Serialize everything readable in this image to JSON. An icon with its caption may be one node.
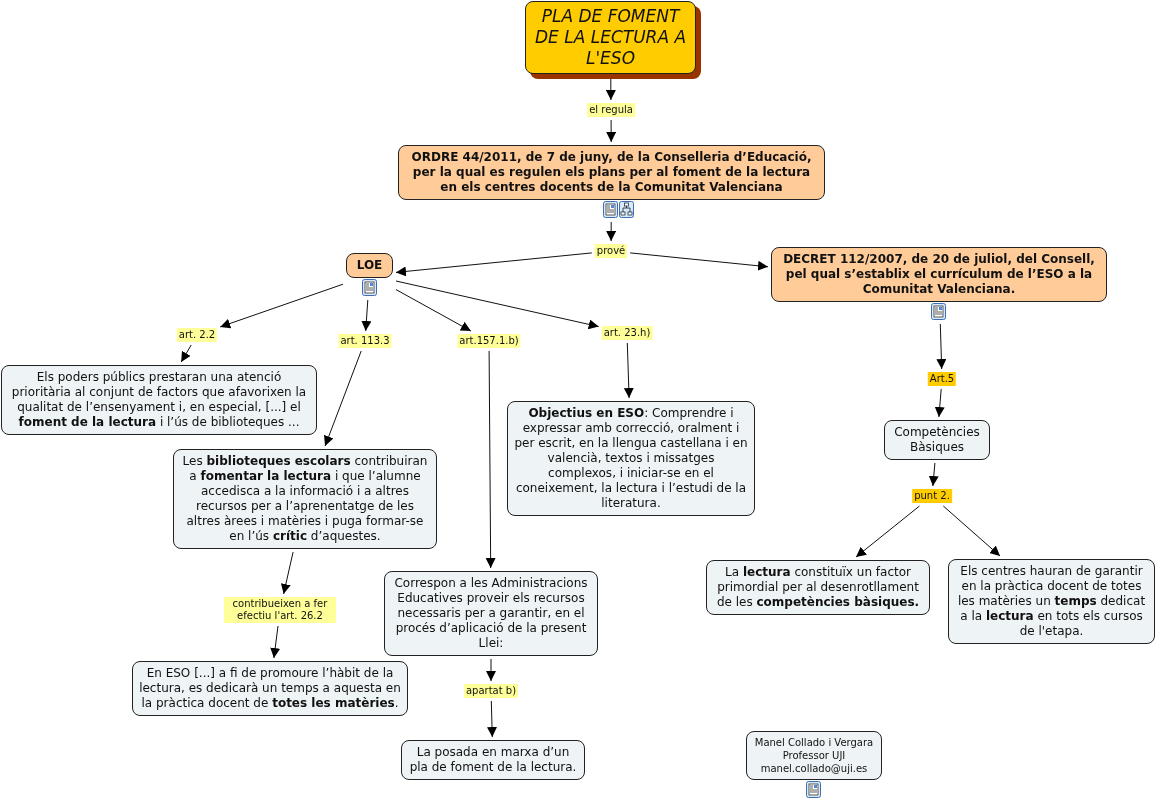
{
  "diagram": {
    "nodes": [
      {
        "text": [
          "PLA DE FOMENT DE LA LECTURA A L'ESO"
        ]
      },
      {
        "text": [
          "el regula"
        ]
      },
      {
        "text": [
          "ORDRE 44/2011, de 7 de juny, de la Conselleria d’Educació, per la qual es regulen els plans per al foment de la lectura en els centres docents de la Comunitat Valenciana"
        ]
      },
      {
        "text": [
          "prové"
        ]
      },
      {
        "text": [
          "LOE"
        ]
      },
      {
        "text": [
          "DECRET 112/2007, de 20 de juliol, del Consell, pel qual s’establix el currículum de l’ESO a la Comunitat Valenciana."
        ]
      },
      {
        "text": [
          "art. 2.2"
        ]
      },
      {
        "text": [
          "art. 113.3"
        ]
      },
      {
        "text": [
          "art.157.1.b)"
        ]
      },
      {
        "text": [
          "art. 23.h)"
        ]
      },
      {
        "text": [
          "Art.5"
        ]
      },
      {
        "text": [
          "Els poders públics prestaran una atenció prioritària al conjunt de factors que afavorixen la qualitat de l’ensenyament i, en especial, [...] el **foment de la lectura** i l’ús de biblioteques ..."
        ]
      },
      {
        "text": [
          "**Objectius en ESO**: Comprendre i expressar amb correcció, oralment i per escrit, en la llengua castellana i en valencià, textos i missatges complexos, i iniciar-se en el coneixement, la lectura i l’estudi de la literatura."
        ]
      },
      {
        "text": [
          "Competències Bàsiques"
        ]
      },
      {
        "text": [
          "Les **biblioteques escolars** contribuiran a **fomentar la lectura** i que l’alumne accedisca a la informació i a altres recursos per a l’aprenentatge de les altres àrees i matèries i puga formar-se en l’ús **crític** d’aquestes."
        ]
      },
      {
        "text": [
          "punt 2."
        ]
      },
      {
        "text": [
          "La **lectura** constituïx un factor primordial per al desenrotllament de les **competències bàsiques.**"
        ]
      },
      {
        "text": [
          "Els centres hauran de garantir en la pràctica docent de totes les matèries un **temps** dedicat a la **lectura** en tots els cursos de l'etapa."
        ]
      },
      {
        "text": [
          "contribueixen a fer efectiu l'art. 26.2"
        ]
      },
      {
        "text": [
          "Correspon a les Administracions Educatives proveir els recursos necessaris per a garantir, en el procés d’aplicació de la present Llei:"
        ]
      },
      {
        "text": [
          "En ESO [...] a fi de promoure l’hàbit de la lectura, es dedicarà un temps a aquesta en la pràctica docent de **totes les matèries**."
        ]
      },
      {
        "text": [
          "apartat b)"
        ]
      },
      {
        "text": [
          "La posada en marxa d’un pla de foment de la lectura."
        ]
      },
      {
        "text": [
          "Manel Collado i Vergara Professor UJI manel.collado@uji.es"
        ]
      }
    ],
    "edges": [
      {
        "from": 0,
        "to": 1,
        "arrow": "to"
      },
      {
        "from": 1,
        "to": 2,
        "arrow": "to"
      },
      {
        "from": 2,
        "to": 3,
        "arrow": "to"
      },
      {
        "from": 3,
        "to": 4,
        "arrow": "to"
      },
      {
        "from": 3,
        "to": 5,
        "arrow": "to"
      },
      {
        "from": 4,
        "to": 6,
        "arrow": "to"
      },
      {
        "from": 4,
        "to": 7,
        "arrow": "to"
      },
      {
        "from": 4,
        "to": 8,
        "arrow": "to"
      },
      {
        "from": 4,
        "to": 9,
        "arrow": "to"
      },
      {
        "from": 6,
        "to": 11,
        "arrow": "to"
      },
      {
        "from": 7,
        "to": 14,
        "arrow": "to"
      },
      {
        "from": 8,
        "to": 19,
        "arrow": "to"
      },
      {
        "from": 9,
        "to": 12,
        "arrow": "to"
      },
      {
        "from": 5,
        "to": 10,
        "arrow": "to"
      },
      {
        "from": 10,
        "to": 13,
        "arrow": "to"
      },
      {
        "from": 13,
        "to": 15,
        "arrow": "to"
      },
      {
        "from": 15,
        "to": 16,
        "arrow": "to"
      },
      {
        "from": 15,
        "to": 17,
        "arrow": "to"
      },
      {
        "from": 14,
        "to": 18,
        "arrow": "to"
      },
      {
        "from": 18,
        "to": 20,
        "arrow": "to"
      },
      {
        "from": 19,
        "to": 21,
        "arrow": "to"
      },
      {
        "from": 21,
        "to": 22,
        "arrow": "to"
      }
    ]
  }
}
